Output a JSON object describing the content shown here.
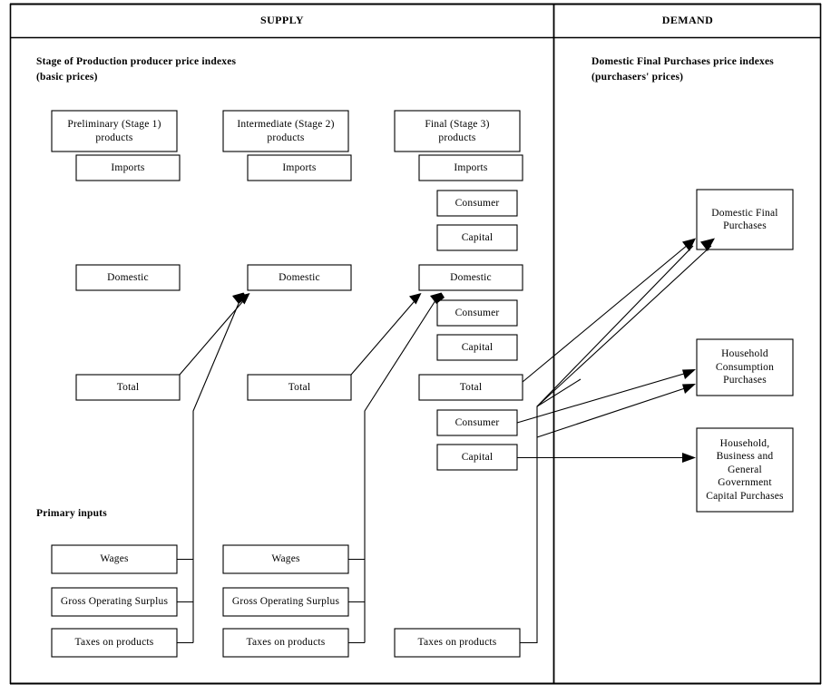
{
  "diagram": {
    "title_supply": "SUPPLY",
    "title_demand": "DEMAND",
    "supply_caption": "Stage of Production producer price indexes\n(basic prices)",
    "demand_caption": "Domestic Final Purchases price indexes\n(purchasers' prices)",
    "primary_inputs_caption": "Primary inputs",
    "colors": {
      "line": "#000000",
      "box_fill": "#ffffff",
      "text": "#000000",
      "background": "#ffffff"
    },
    "stage1": {
      "header": "Preliminary (Stage 1)\nproducts",
      "imports": "Imports",
      "domestic": "Domestic",
      "total": "Total",
      "wages": "Wages",
      "gross_operating_surplus": "Gross Operating Surplus",
      "taxes_on_products": "Taxes on products"
    },
    "stage2": {
      "header": "Intermediate (Stage 2)\nproducts",
      "imports": "Imports",
      "domestic": "Domestic",
      "total": "Total",
      "wages": "Wages",
      "gross_operating_surplus": "Gross Operating Surplus",
      "taxes_on_products": "Taxes on products"
    },
    "stage3": {
      "header": "Final (Stage 3)\nproducts",
      "imports": "Imports",
      "imports_consumer": "Consumer",
      "imports_capital": "Capital",
      "domestic": "Domestic",
      "domestic_consumer": "Consumer",
      "domestic_capital": "Capital",
      "total": "Total",
      "total_consumer": "Consumer",
      "total_capital": "Capital",
      "taxes_on_products": "Taxes on products"
    },
    "demand": {
      "domestic_final_purchases": "Domestic Final\nPurchases",
      "household_consumption_purchases": "Household\nConsumption\nPurchases",
      "household_business_capital_purchases": "Household,\nBusiness and\nGeneral\nGovernment\nCapital Purchases"
    }
  }
}
